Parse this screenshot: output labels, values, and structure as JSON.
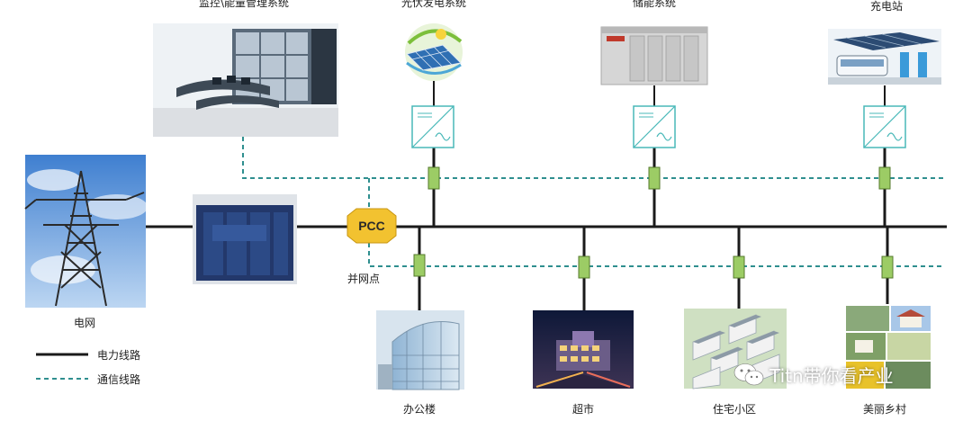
{
  "top_systems": [
    {
      "label": "监控\\能量管理系统"
    },
    {
      "label": "光伏发电系统"
    },
    {
      "label": "储能系统"
    },
    {
      "label": "充电站"
    }
  ],
  "loads": [
    {
      "label": "办公楼"
    },
    {
      "label": "超市"
    },
    {
      "label": "住宅小区"
    },
    {
      "label": "美丽乡村"
    }
  ],
  "grid": {
    "label": "电网"
  },
  "pcc": {
    "badge": "PCC",
    "caption": "并网点"
  },
  "legend": {
    "power_line": "电力线路",
    "comm_line": "通信线路"
  },
  "watermark": {
    "text": "Titn带你看产业"
  },
  "colors": {
    "power": "#1a1a1a",
    "comm": "#2f8f8f",
    "switch": "#9ccc65",
    "pcc": "#f2c230",
    "converter": "#48b8b8"
  }
}
